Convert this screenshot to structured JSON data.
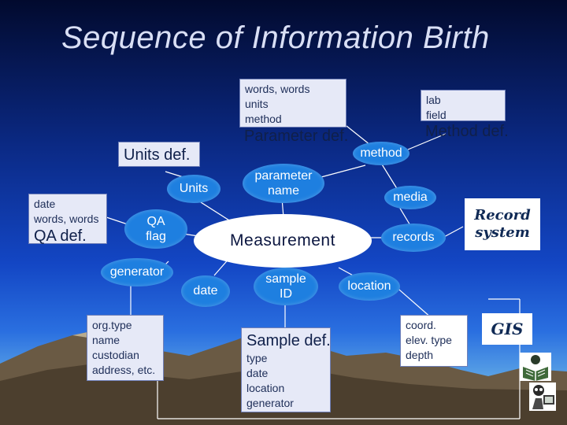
{
  "title": "Sequence of Information Birth",
  "parameter_def": {
    "lines": [
      "words, words",
      "units",
      "method"
    ],
    "label": "Parameter def."
  },
  "method_def": {
    "lines": [
      "lab",
      "field"
    ],
    "label": "Method def."
  },
  "units_def": {
    "label": "Units def."
  },
  "qa_def": {
    "lines": [
      "date",
      "words, words"
    ],
    "label": "QA def."
  },
  "generator_def": {
    "lines": [
      "org.type",
      "name",
      "custodian",
      "address, etc."
    ]
  },
  "sample_def": {
    "label": "Sample def.",
    "lines": [
      "type",
      "date",
      "location",
      "generator"
    ]
  },
  "location_def": {
    "lines": [
      "coord.",
      "elev. type",
      "depth"
    ]
  },
  "ovals": {
    "method": "method",
    "units": "Units",
    "parameter_name": [
      "parameter",
      "name"
    ],
    "media": "media",
    "qa_flag": [
      "QA",
      "flag"
    ],
    "records": "records",
    "generator": "generator",
    "date": "date",
    "sample_id": [
      "sample",
      "ID"
    ],
    "location": "location"
  },
  "measurement": "Measurement",
  "record_system": [
    "Record",
    "system"
  ],
  "gis": "GIS",
  "icons": [
    "book-reader-icon",
    "computer-user-icon"
  ],
  "colors": {
    "oval_fill": "#1e7fe0",
    "box_fill": "#e6e9f7",
    "title_text": "#d9dff5"
  }
}
